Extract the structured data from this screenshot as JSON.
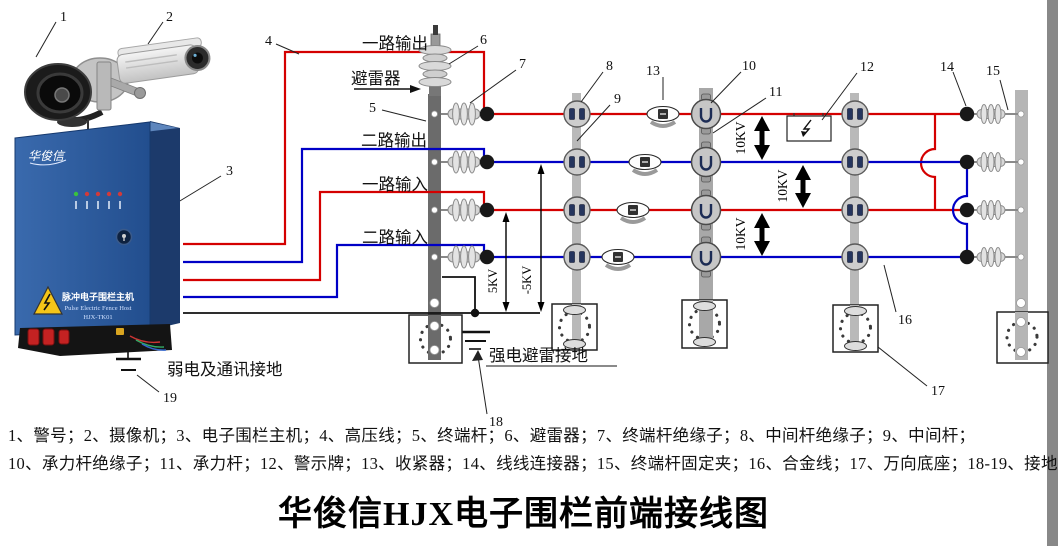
{
  "title": "华俊信HJX电子围栏前端接线图",
  "legend": {
    "line1": "1、警号；2、摄像机；3、电子围栏主机；4、高压线；5、终端杆；6、避雷器；7、终端杆绝缘子；8、中间杆绝缘子；9、中间杆；",
    "line2": "10、承力杆绝缘子；11、承力杆；12、警示牌；13、收紧器；14、线线连接器；15、终端杆固定夹；16、合金线；17、万向底座；18-19、接地"
  },
  "host": {
    "logo": "华俊信",
    "name_cn": "脉冲电子围栏主机",
    "name_en": "Pulse Electric Fence Host",
    "model": "HJX-TK01"
  },
  "wires": {
    "out1": "一路输出",
    "out2": "二路输出",
    "in1": "一路输入",
    "in2": "二路输入"
  },
  "arrester_label": "避雷器",
  "grounds": {
    "strong": "强电避雷接地",
    "weak": "弱电及通讯接地"
  },
  "kv": {
    "kv10": "10KV",
    "kv5": "5KV",
    "kv5n": "-5KV"
  },
  "callouts": {
    "c1": "1",
    "c2": "2",
    "c3": "3",
    "c4": "4",
    "c5": "5",
    "c6": "6",
    "c7": "7",
    "c8": "8",
    "c9": "9",
    "c10": "10",
    "c11": "11",
    "c12": "12",
    "c13": "13",
    "c14": "14",
    "c15": "15",
    "c16": "16",
    "c17": "17",
    "c18": "18",
    "c19": "19"
  },
  "colors": {
    "line_hot": "#d40000",
    "line_cold": "#0000c6",
    "cabinet_blue": "#2e5c9e"
  }
}
